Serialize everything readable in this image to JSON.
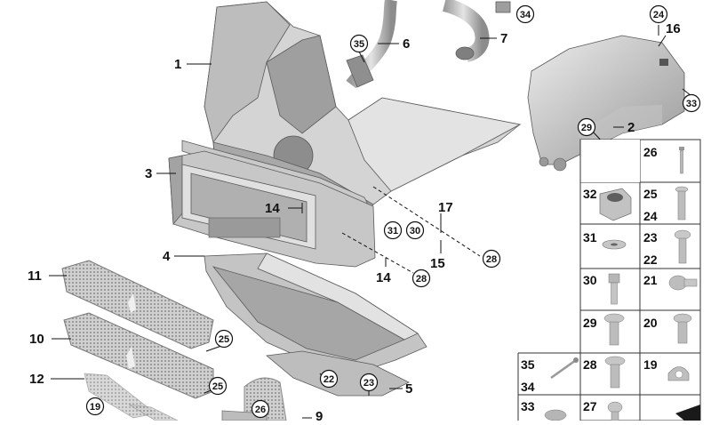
{
  "labels": {
    "l1": "1",
    "l2": "2",
    "l3": "3",
    "l4": "4",
    "l5": "5",
    "l6": "6",
    "l7": "7",
    "l9": "9",
    "l10": "10",
    "l11": "11",
    "l12": "12",
    "l14a": "14",
    "l14b": "14",
    "l15": "15",
    "l16": "16",
    "l17": "17",
    "l34top": "34",
    "l24top": "24",
    "l33": "33",
    "l35top": "35",
    "l29main": "29",
    "l31": "31",
    "l30": "30",
    "l28a": "28",
    "l28b": "28",
    "l25a": "25",
    "l25b": "25",
    "l22": "22",
    "l23": "23",
    "l26": "26",
    "l19": "19"
  },
  "table": {
    "c26": "26",
    "c32": "32",
    "c25": "25",
    "c24": "24",
    "c31": "31",
    "c23": "23",
    "c22": "22",
    "c30": "30",
    "c21": "21",
    "c29": "29",
    "c20": "20",
    "c35": "35",
    "c34": "34",
    "c28": "28",
    "c19": "19",
    "c33": "33",
    "c27": "27"
  },
  "colors": {
    "part_light": "#d9d9d9",
    "part_mid": "#b5b5b5",
    "part_dark": "#8c8c8c",
    "ink": "#111111"
  }
}
